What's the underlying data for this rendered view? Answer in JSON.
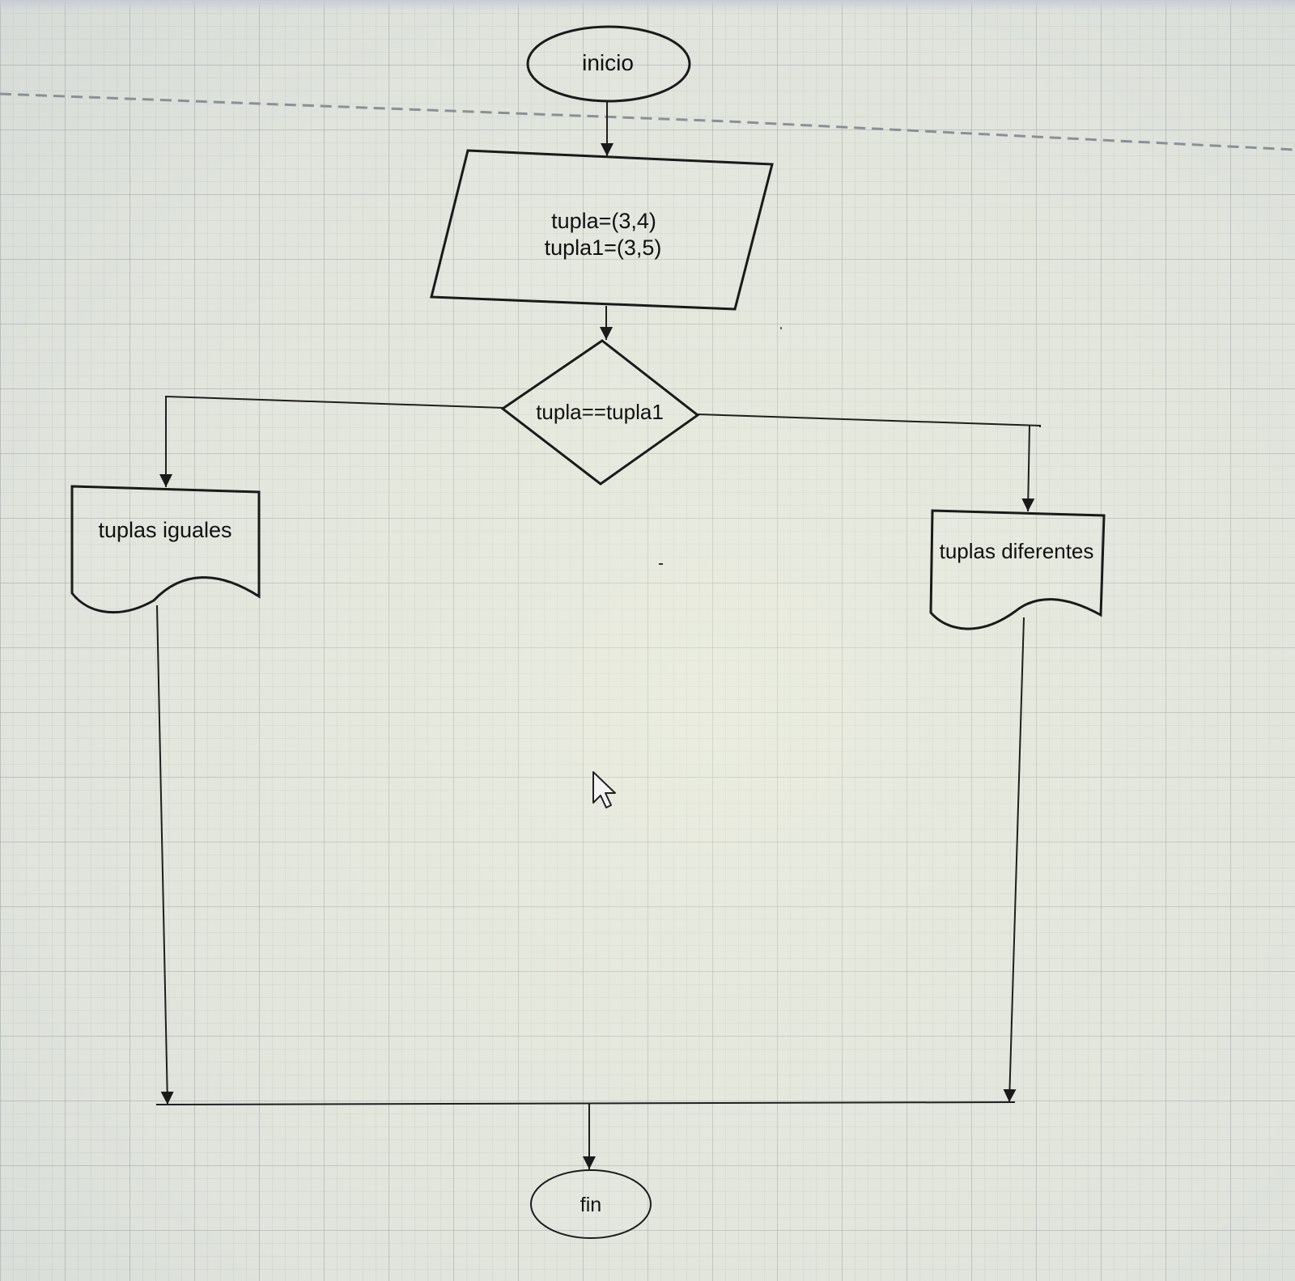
{
  "diagram": {
    "type": "flowchart",
    "nodes": {
      "start": {
        "shape": "terminator",
        "text": "inicio"
      },
      "input": {
        "shape": "data",
        "line1": "tupla=(3,4)",
        "line2": "tupla1=(3,5)"
      },
      "decision": {
        "shape": "decision",
        "text": "tupla==tupla1"
      },
      "out_equal": {
        "shape": "document",
        "text": "tuplas iguales"
      },
      "out_diff": {
        "shape": "document",
        "text": "tuplas diferentes"
      },
      "end": {
        "shape": "terminator",
        "text": "fin"
      }
    },
    "edges": [
      {
        "from": "start",
        "to": "input"
      },
      {
        "from": "input",
        "to": "decision"
      },
      {
        "from": "decision",
        "to": "out_equal"
      },
      {
        "from": "decision",
        "to": "out_diff"
      },
      {
        "from": "out_equal",
        "to": "merge"
      },
      {
        "from": "out_diff",
        "to": "merge"
      },
      {
        "from": "merge",
        "to": "end"
      }
    ]
  },
  "colors": {
    "stroke": "#1a1a1a",
    "grid": "#6e767d",
    "background": "#e4e8de"
  },
  "icons": {
    "cursor": "mouse-pointer-icon"
  }
}
